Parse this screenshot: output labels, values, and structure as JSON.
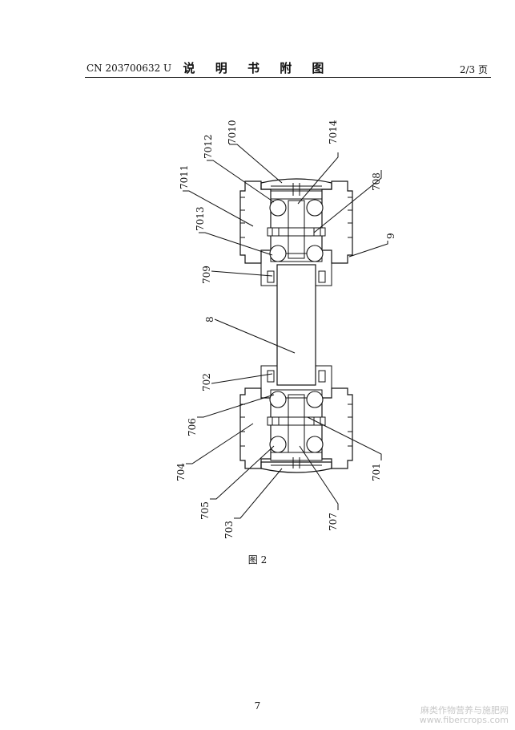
{
  "header": {
    "left": "CN 203700632 U",
    "center": "说 明 书 附 图",
    "right": "2/3 页"
  },
  "figure": {
    "caption": "图 2",
    "labels": {
      "l7010": "7010",
      "l7014": "7014",
      "l7012": "7012",
      "l7011": "7011",
      "l708": "708",
      "l7013": "7013",
      "l9": "9",
      "l709": "709",
      "l8": "8",
      "l702": "702",
      "l706": "706",
      "l704": "704",
      "l701": "701",
      "l705": "705",
      "l703": "703",
      "l707": "707"
    }
  },
  "footer": {
    "page_number": "7",
    "watermark_cn": "麻类作物营养与施肥网",
    "watermark_url": "www.fibercrops.com"
  }
}
